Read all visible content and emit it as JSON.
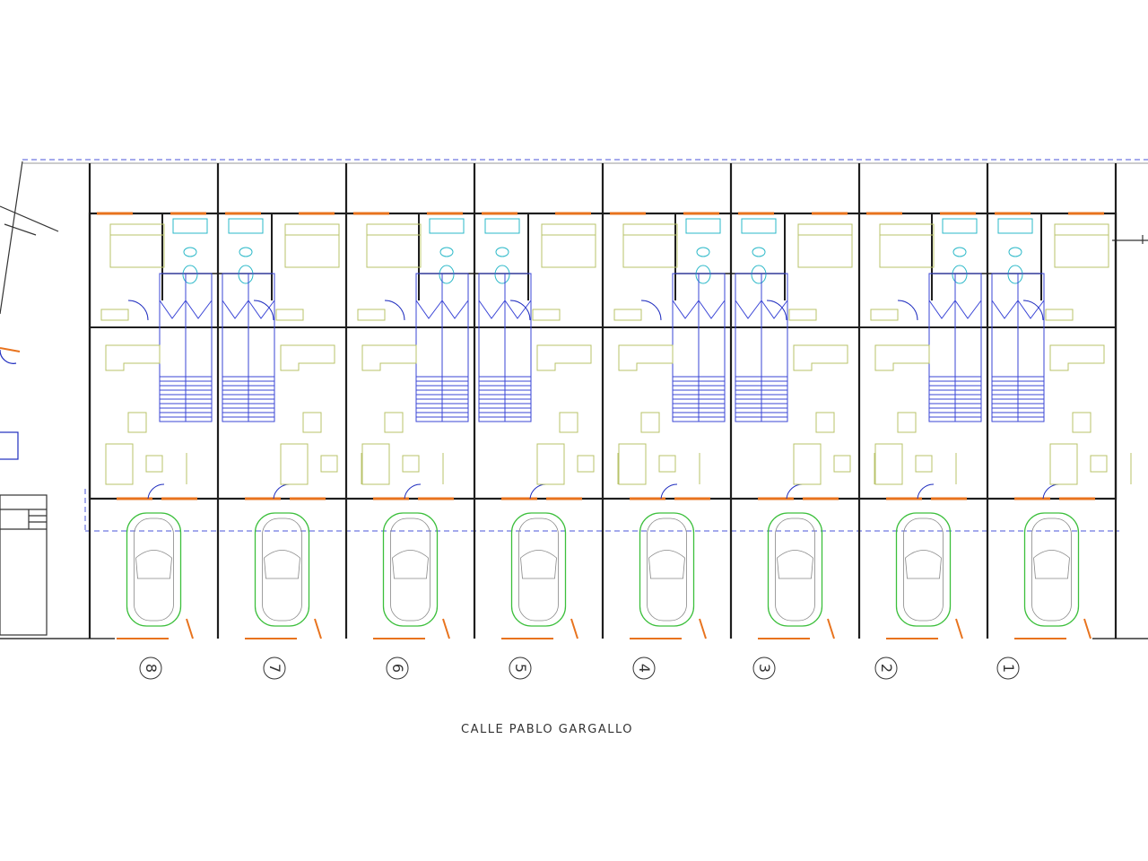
{
  "street_name": "CALLE PABLO GARGALLO",
  "unit_numbers": [
    "8",
    "7",
    "6",
    "5",
    "4",
    "3",
    "2",
    "1"
  ],
  "colors": {
    "wall": "#1e1e1e",
    "furniture": "#b8c36a",
    "door_swing": "#1f2dbf",
    "window": "#e8731e",
    "stair": "#3a45d6",
    "sanitary": "#2ab8c8",
    "car": "#3cbf3c",
    "dashed_boundary": "#4a55d8",
    "grey_line": "#9a9a9a"
  }
}
